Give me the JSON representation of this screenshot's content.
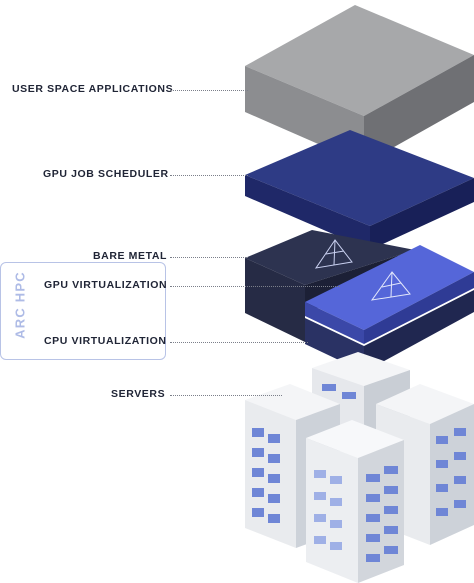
{
  "layers": {
    "user_space": "USER SPACE APPLICATIONS",
    "gpu_job_scheduler": "GPU JOB SCHEDULER",
    "bare_metal": "BARE METAL",
    "gpu_virtualization": "GPU VIRTUALIZATION",
    "cpu_virtualization": "CPU VIRTUALIZATION",
    "servers": "SERVERS"
  },
  "group_label": "ARC HPC",
  "colors": {
    "gray_top": "#a7a8aa",
    "gray_left": "#8c8d90",
    "gray_right": "#6f7074",
    "blue_dark_top": "#2e3b85",
    "blue_dark_side": "#1f2868",
    "navy_top": "#2d3350",
    "navy_side": "#1c2036",
    "bright_blue_top": "#5566d9",
    "bright_blue_side": "#3b48a8",
    "server_light": "#eef0f2",
    "server_shade": "#cfd3d8",
    "server_accent": "#6f86d6",
    "bracket": "#b8c3e6",
    "label_text": "#202536"
  }
}
